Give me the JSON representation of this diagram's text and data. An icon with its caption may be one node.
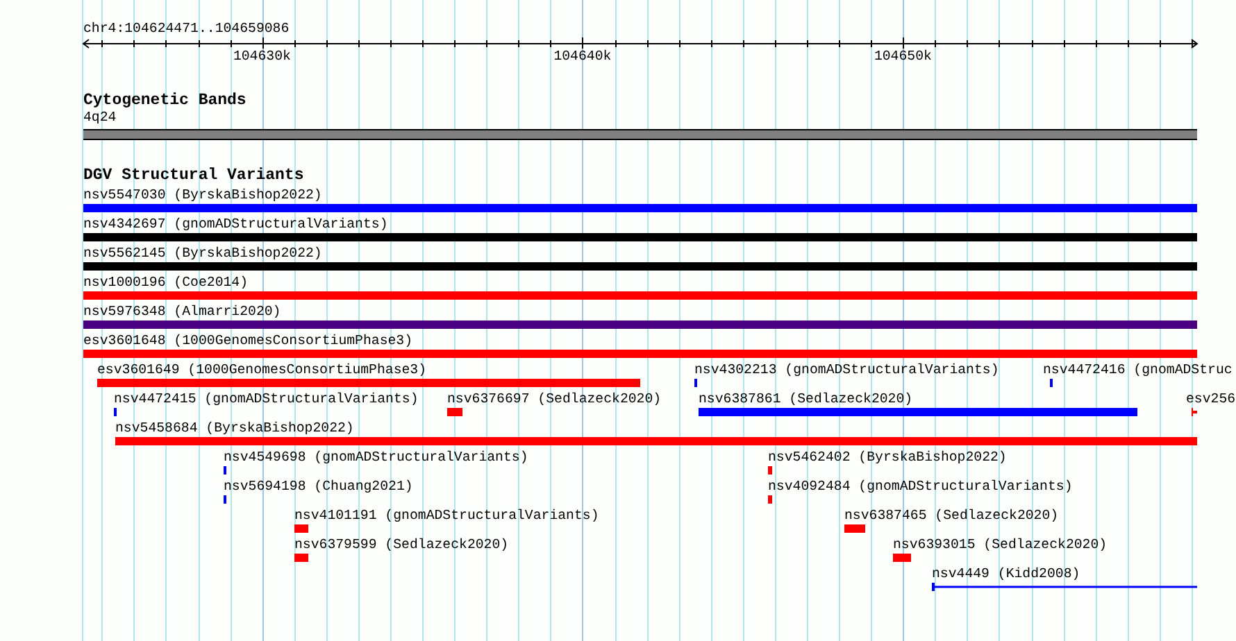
{
  "diagram": {
    "nodes": [
      {
        "text": [
          "4q24"
        ]
      },
      {
        "text": [
          "nsv5547030 (ByrskaBishop2022)"
        ]
      },
      {
        "text": [
          "nsv4342697 (gnomADStructuralVariants)"
        ]
      },
      {
        "text": [
          "nsv5562145 (ByrskaBishop2022)"
        ]
      },
      {
        "text": [
          "nsv1000196 (Coe2014)"
        ]
      },
      {
        "text": [
          "nsv5976348 (Almarri2020)"
        ]
      },
      {
        "text": [
          "esv3601648 (1000GenomesConsortiumPhase3)"
        ]
      },
      {
        "text": [
          "esv3601649 (1000GenomesConsortiumPhase3)"
        ]
      },
      {
        "text": [
          "nsv4302213 (gnomADStructuralVariants)"
        ]
      },
      {
        "text": [
          "nsv4472416 (gnomADStruc"
        ]
      },
      {
        "text": [
          "nsv4472415 (gnomADStructuralVariants)"
        ]
      },
      {
        "text": [
          "nsv6376697 (Sedlazeck2020)"
        ]
      },
      {
        "text": [
          "nsv6387861 (Sedlazeck2020)"
        ]
      },
      {
        "text": [
          "esv256"
        ]
      },
      {
        "text": [
          "nsv5458684 (ByrskaBishop2022)"
        ]
      },
      {
        "text": [
          "nsv4549698 (gnomADStructuralVariants)"
        ]
      },
      {
        "text": [
          "nsv5462402 (ByrskaBishop2022)"
        ]
      },
      {
        "text": [
          "nsv5694198 (Chuang2021)"
        ]
      },
      {
        "text": [
          "nsv4092484 (gnomADStructuralVariants)"
        ]
      },
      {
        "text": [
          "nsv4101191 (gnomADStructuralVariants)"
        ]
      },
      {
        "text": [
          "nsv6387465 (Sedlazeck2020)"
        ]
      },
      {
        "text": [
          "nsv6379599 (Sedlazeck2020)"
        ]
      },
      {
        "text": [
          "nsv6393015 (Sedlazeck2020)"
        ]
      },
      {
        "text": [
          "nsv4449 (Kidd2008)"
        ]
      }
    ],
    "labels": [
      "chr4:104624471..104659086",
      "104630k",
      "104640k",
      "104650k",
      "Cytogenetic Bands",
      "DGV Structural Variants"
    ]
  }
}
